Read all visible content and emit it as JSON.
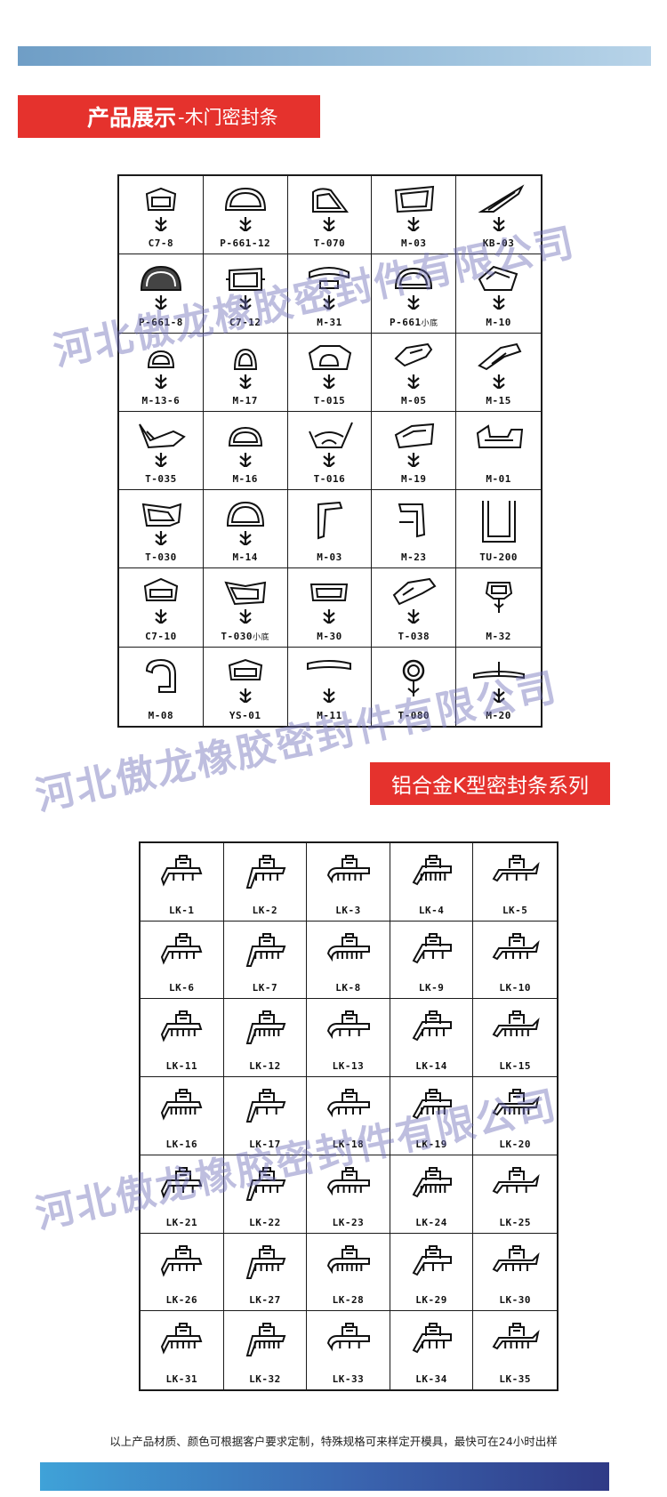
{
  "section1": {
    "title_main": "产品展示",
    "title_sub": "-木门密封条",
    "items": [
      "C7-8",
      "P-661-12",
      "T-070",
      "M-03",
      "KB-03",
      "P-661-8",
      "C7-12",
      "M-31",
      "P-661",
      "M-10",
      "M-13-6",
      "M-17",
      "T-015",
      "M-05",
      "M-15",
      "T-035",
      "M-16",
      "T-016",
      "M-19",
      "M-01",
      "T-030",
      "M-14",
      "M-03",
      "M-23",
      "TU-200",
      "C7-10",
      "T-030",
      "M-30",
      "T-038",
      "M-32",
      "M-08",
      "YS-01",
      "M-11",
      "T-080",
      "M-20"
    ],
    "item_notes": {
      "8": "小底",
      "26": "小底"
    }
  },
  "section2": {
    "title": "铝合金K型密封条系列",
    "items": [
      "LK-1",
      "LK-2",
      "LK-3",
      "LK-4",
      "LK-5",
      "LK-6",
      "LK-7",
      "LK-8",
      "LK-9",
      "LK-10",
      "LK-11",
      "LK-12",
      "LK-13",
      "LK-14",
      "LK-15",
      "LK-16",
      "LK-17",
      "LK-18",
      "LK-19",
      "LK-20",
      "LK-21",
      "LK-22",
      "LK-23",
      "LK-24",
      "LK-25",
      "LK-26",
      "LK-27",
      "LK-28",
      "LK-29",
      "LK-30",
      "LK-31",
      "LK-32",
      "LK-33",
      "LK-34",
      "LK-35"
    ]
  },
  "watermark": "河北傲龙橡胶密封件有限公司",
  "footnote": "以上产品材质、颜色可根据客户要求定制，特殊规格可来样定开模具，最快可在24小时出样",
  "colors": {
    "accent_red": "#e5322d",
    "watermark": "#6e6eb9",
    "top_bar": "#8fb6d6",
    "bottom_bar": "#3a65b0"
  }
}
